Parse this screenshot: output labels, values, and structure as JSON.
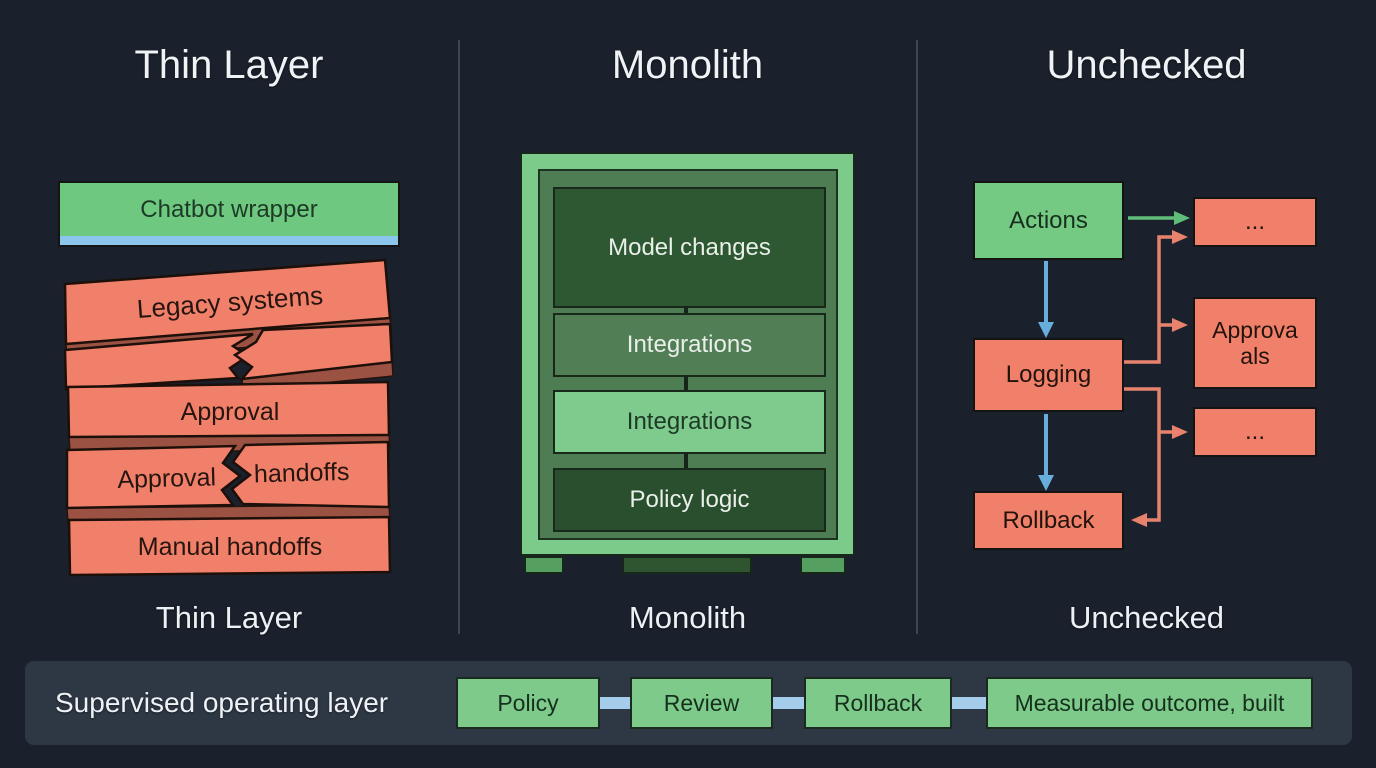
{
  "columns": {
    "thin": {
      "title": "Thin Layer",
      "caption": "Thin Layer",
      "chatbot_label": "Chatbot wrapper",
      "stack": {
        "legacy": "Legacy systems",
        "approval": "Approval",
        "handoffs_left": "Approval",
        "handoffs_right": "handoffs",
        "manual": "Manual handoffs"
      }
    },
    "monolith": {
      "title": "Monolith",
      "caption": "Monolith",
      "modules": [
        "Model changes",
        "Integrations",
        "Integrations",
        "Policy logic"
      ]
    },
    "unchecked": {
      "title": "Unchecked",
      "caption": "Unchecked",
      "nodes": {
        "actions": "Actions",
        "logging": "Logging",
        "rollback": "Rollback",
        "ellipsis_top": "...",
        "approvals": "Approva als",
        "ellipsis_bottom": "..."
      }
    }
  },
  "footer": {
    "label": "Supervised operating layer",
    "steps": [
      "Policy",
      "Review",
      "Rollback",
      "Measurable outcome, built"
    ]
  },
  "colors": {
    "background": "#1a212c",
    "green": "#74c983",
    "salmon": "#f0806a",
    "blue_arrow": "#68aedd",
    "light_blue_strip": "#8dc6ec",
    "footer_bar": "#2e3844",
    "monolith_dark_green": "#2e5832"
  }
}
